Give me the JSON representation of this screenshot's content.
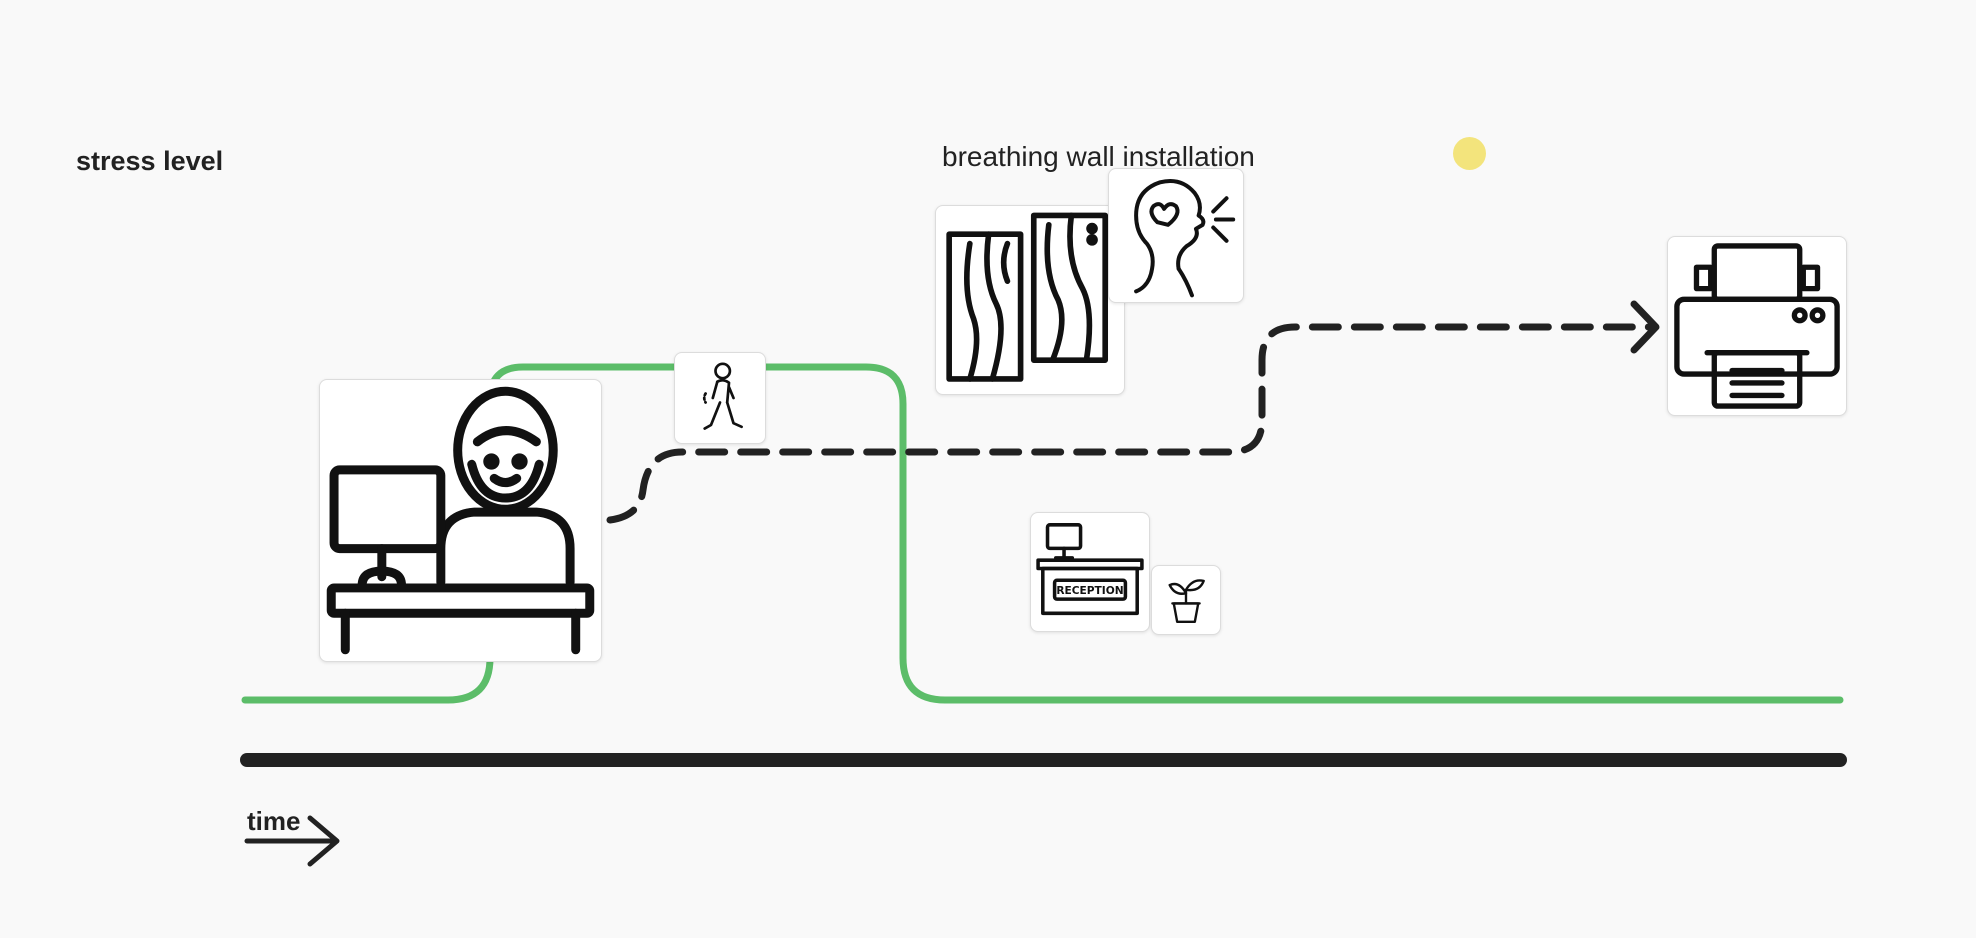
{
  "labels": {
    "stress_level": "stress level",
    "breathing_wall": "breathing wall installation",
    "time": "time"
  },
  "icons": [
    "woman-at-desk-icon",
    "walking-person-icon",
    "wooden-wall-panels-icon",
    "breathing-head-icon",
    "reception-desk-icon",
    "potted-plant-icon",
    "printer-icon"
  ],
  "colors": {
    "background": "#f9f9f9",
    "green_line": "#5cbd69",
    "dashed_line": "#222222",
    "time_axis": "#222222",
    "cursor": "#f3e47c"
  }
}
